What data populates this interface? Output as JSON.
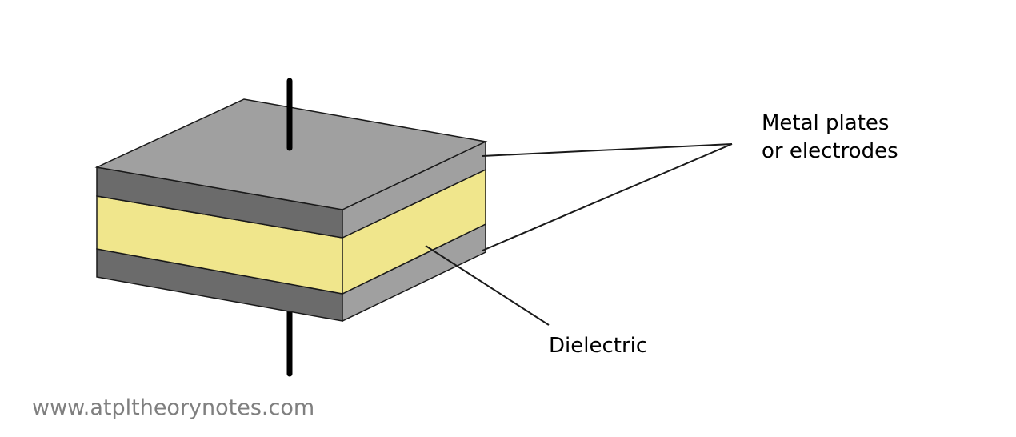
{
  "labels": {
    "metal_line1": "Metal plates",
    "metal_line2": "or electrodes",
    "dielectric": "Dielectric"
  },
  "watermark": "www.atpltheorynotes.com",
  "colors": {
    "plate_top": "#a0a0a0",
    "plate_front": "#6b6b6b",
    "plate_side": "#a0a0a0",
    "dielectric_front": "#f0e68c",
    "dielectric_side": "#f0e68c",
    "lead": "#000000",
    "outline": "#1a1a1a",
    "watermark_text": "#7f7f7f"
  }
}
